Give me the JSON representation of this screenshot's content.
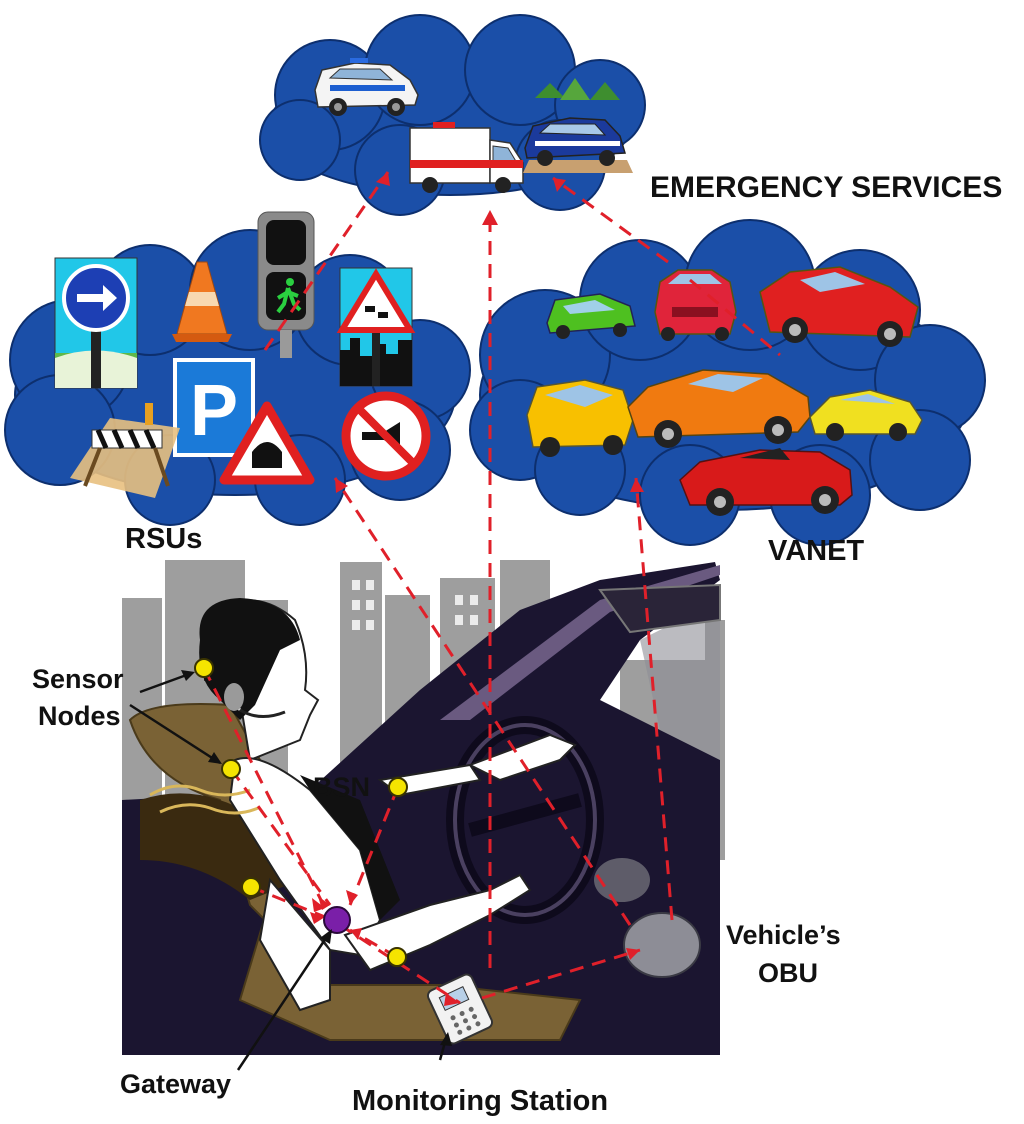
{
  "labels": {
    "emergency_services": "EMERGENCY SERVICES",
    "rsus": "RSUs",
    "vanet": "VANET",
    "sensor_nodes_line1": "Sensor",
    "sensor_nodes_line2": "Nodes",
    "bsn": "BSN",
    "vehicles_obu_line1": "Vehicle’s",
    "vehicles_obu_line2": "OBU",
    "gateway": "Gateway",
    "monitoring_station": "Monitoring Station"
  },
  "icons": {
    "emergency": [
      "police-car-icon",
      "ambulance-icon",
      "police-suv-icon"
    ],
    "rsus": [
      "direction-sign-icon",
      "traffic-cone-icon",
      "pedestrian-signal-icon",
      "traffic-jam-sign-icon",
      "parking-sign-icon",
      "tunnel-sign-icon",
      "no-horn-sign-icon",
      "road-barrier-icon"
    ],
    "vanet": [
      "green-car-icon",
      "red-sedan-icon",
      "red-sports-car-icon",
      "yellow-car-icon",
      "orange-coupe-icon",
      "yellow-sports-car-icon",
      "red-convertible-icon"
    ]
  },
  "colors": {
    "cloud": "#1b4fa8",
    "link": "#e0202a",
    "sensor_node": "#f5e400",
    "gateway": "#7a1fa8",
    "city": "#9e9e9e",
    "car_interior": "#1b1530",
    "seat": "#7a6235"
  }
}
